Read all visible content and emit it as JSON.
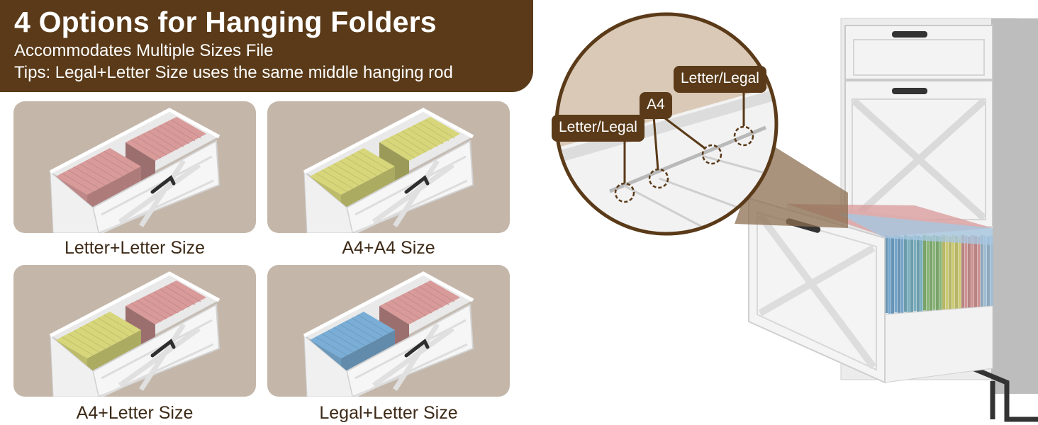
{
  "header": {
    "title": "4 Options for Hanging Folders",
    "subtitle_1": "Accommodates Multiple Sizes File",
    "subtitle_2": "Tips: Legal+Letter Size uses the same middle hanging rod"
  },
  "options": [
    {
      "label": "Letter+Letter Size",
      "left_color": "#d99a9a",
      "right_color": "#d99a9a"
    },
    {
      "label": "A4+A4 Size",
      "left_color": "#d7d67a",
      "right_color": "#d7d67a"
    },
    {
      "label": "A4+Letter Size",
      "left_color": "#d7d67a",
      "right_color": "#d99a9a"
    },
    {
      "label": "Legal+Letter Size",
      "left_color": "#7aaed6",
      "right_color": "#d99a9a"
    }
  ],
  "zoom": {
    "callout_left": "Letter/Legal",
    "callout_middle": "A4",
    "callout_right": "Letter/Legal"
  },
  "colors": {
    "brand_brown": "#5a3a18",
    "tile_background": "#c4b7aa",
    "caption_text": "#3d2a17"
  }
}
